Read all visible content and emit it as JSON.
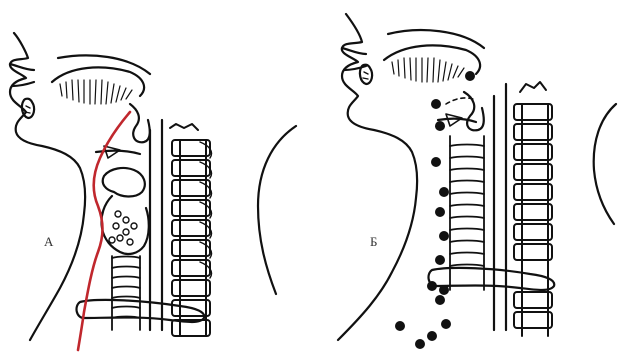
{
  "panels": [
    {
      "label": "А"
    },
    {
      "label": "Б"
    }
  ],
  "colors": {
    "ink": "#111111",
    "surgical_line": "#c0272d",
    "background": "#ffffff"
  },
  "markers": {
    "dot_count": 15
  }
}
